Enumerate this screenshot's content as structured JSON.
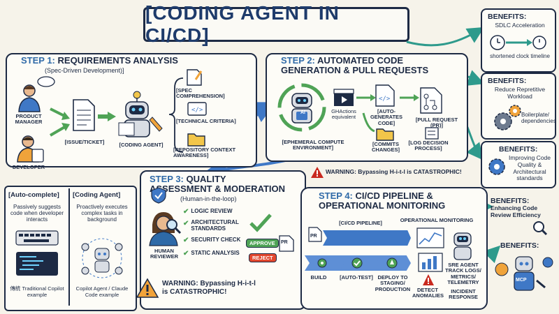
{
  "title": "[CODING AGENT IN CI/CD]",
  "step1": {
    "heading_num": "STEP 1:",
    "heading": "REQUIREMENTS ANALYSIS",
    "sub": "(Spec-Driven Development)]",
    "product_manager": "PRODUCT MANAGER",
    "developer": "DEVELOPER",
    "issue": "[ISSUE/TICKET]",
    "agent": "[CODING AGENT]",
    "spec": "[SPEC COMPREHENSION]",
    "technical": "[TECHNICAL CRITERIA]",
    "repo": "[REPOSITORY CONTEXT AWARENESS]"
  },
  "step2": {
    "heading_num": "STEP 2:",
    "heading": "AUTOMATED CODE GENERATION & PULL REQUESTS",
    "ephemeral": "[EPHEMERAL COMPUTE ENVIRONMENT]",
    "ghactions": "GHActions equivalent",
    "autogen": "[AUTO-GENERATES CODE]",
    "commits": "[COMMITS CHANGES]",
    "pr": "[PULL REQUEST (PR)]",
    "log": "[LOG DECISION PROCESS]"
  },
  "step3": {
    "heading_num": "STEP 3:",
    "heading": "QUALITY ASSESSMENT & MODERATION",
    "sub": "(Human-in-the-loop)",
    "human": "HUMAN REVIEWER",
    "checks": [
      "LOGIC REVIEW",
      "ARCHITECTURAL STANDARDS",
      "SECURITY CHECK",
      "STATIC ANALYSIS"
    ],
    "approve": "APPROVE",
    "reject": "REJECT",
    "pr": "PR",
    "warning_prefix": "WARNING: Bypassing H-i-t-l",
    "warning_suffix": "is CATASTROPHIC!",
    "warning_small": "WARNING: Bypassing H-i-t-l is CATASTROPHIC!"
  },
  "step4": {
    "heading_num": "STEP 4:",
    "heading": "CI/CD PIPELINE & OPERATIONAL MONITORING",
    "pipeline": "[CI/CD PIPELINE]",
    "op": "OPERATIONAL MONITORING",
    "build": "BUILD",
    "autotest": "[AUTO-TEST]",
    "deploy": "DEPLOY TO STAGING/ PRODUCTION",
    "detect": "DETECT ANOMALIES",
    "sre": "SRE AGENT TRACK LOGS/ METRICS/ TELEMETRY",
    "incident": "INCIDENT RESPONSE"
  },
  "compare": {
    "autocomplete_title": "[Auto-complete]",
    "autocomplete_text": "Passively suggests code when developer interacts",
    "autocomplete_foot": "傳統 Traditional Copilot example",
    "agent_title": "[Coding Agent]",
    "agent_text": "Proactively executes complex tasks in background",
    "agent_foot": "Copilot Agent / Claude Code example"
  },
  "benefits": [
    {
      "title": "BENEFITS:",
      "text": "SDLC Acceleration",
      "note": "shortened clock timeline"
    },
    {
      "title": "BENEFITS:",
      "text": "Reduce Repretitive Workload",
      "note": "Boilerplate/ dependencies"
    },
    {
      "title": "BENEFITS:",
      "text": "Improving Code Quality & Architectural standards",
      "note": ""
    },
    {
      "title": "BENEFITS:",
      "text": "Enhancing Code Review Efficiency",
      "note": ""
    },
    {
      "title": "BENEFITS:",
      "text": "",
      "note": ""
    }
  ],
  "mcp_label": "MCP",
  "ai_label": "AI",
  "colors": {
    "navy": "#1d2a44",
    "blue": "#3f78c6",
    "green": "#4fa356",
    "teal": "#2e9a8c",
    "red": "#c9291f",
    "orange": "#f0a33a",
    "yellow": "#f2c64a"
  }
}
